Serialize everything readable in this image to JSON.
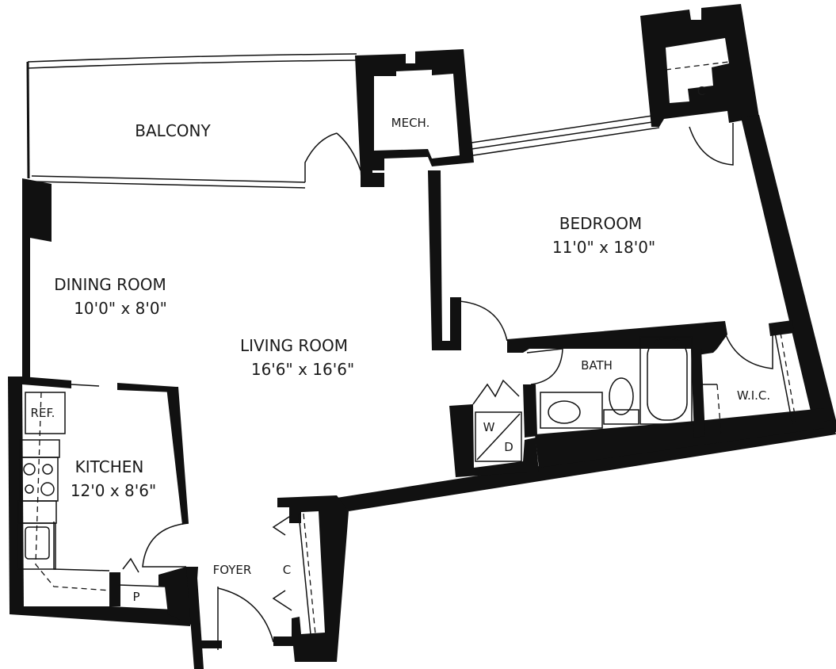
{
  "rooms": {
    "balcony": {
      "name": "BALCONY"
    },
    "mech": {
      "name": "MECH."
    },
    "bedroom": {
      "name": "BEDROOM",
      "size": "11'0\" x 18'0\""
    },
    "bedroom_closet": {
      "name": "C"
    },
    "dining": {
      "name": "DINING ROOM",
      "size": "10'0\" x 8'0\""
    },
    "living": {
      "name": "LIVING ROOM",
      "size": "16'6\" x 16'6\""
    },
    "kitchen": {
      "name": "KITCHEN",
      "size": "12'0 x 8'6\""
    },
    "refrigerator": {
      "name": "REF."
    },
    "pantry": {
      "name": "P"
    },
    "foyer": {
      "name": "FOYER"
    },
    "foyer_closet": {
      "name": "C"
    },
    "bath": {
      "name": "BATH"
    },
    "wic": {
      "name": "W.I.C."
    },
    "washer": {
      "name": "W"
    },
    "dryer": {
      "name": "D"
    }
  },
  "colors": {
    "walls": "#111111",
    "background": "#ffffff"
  }
}
